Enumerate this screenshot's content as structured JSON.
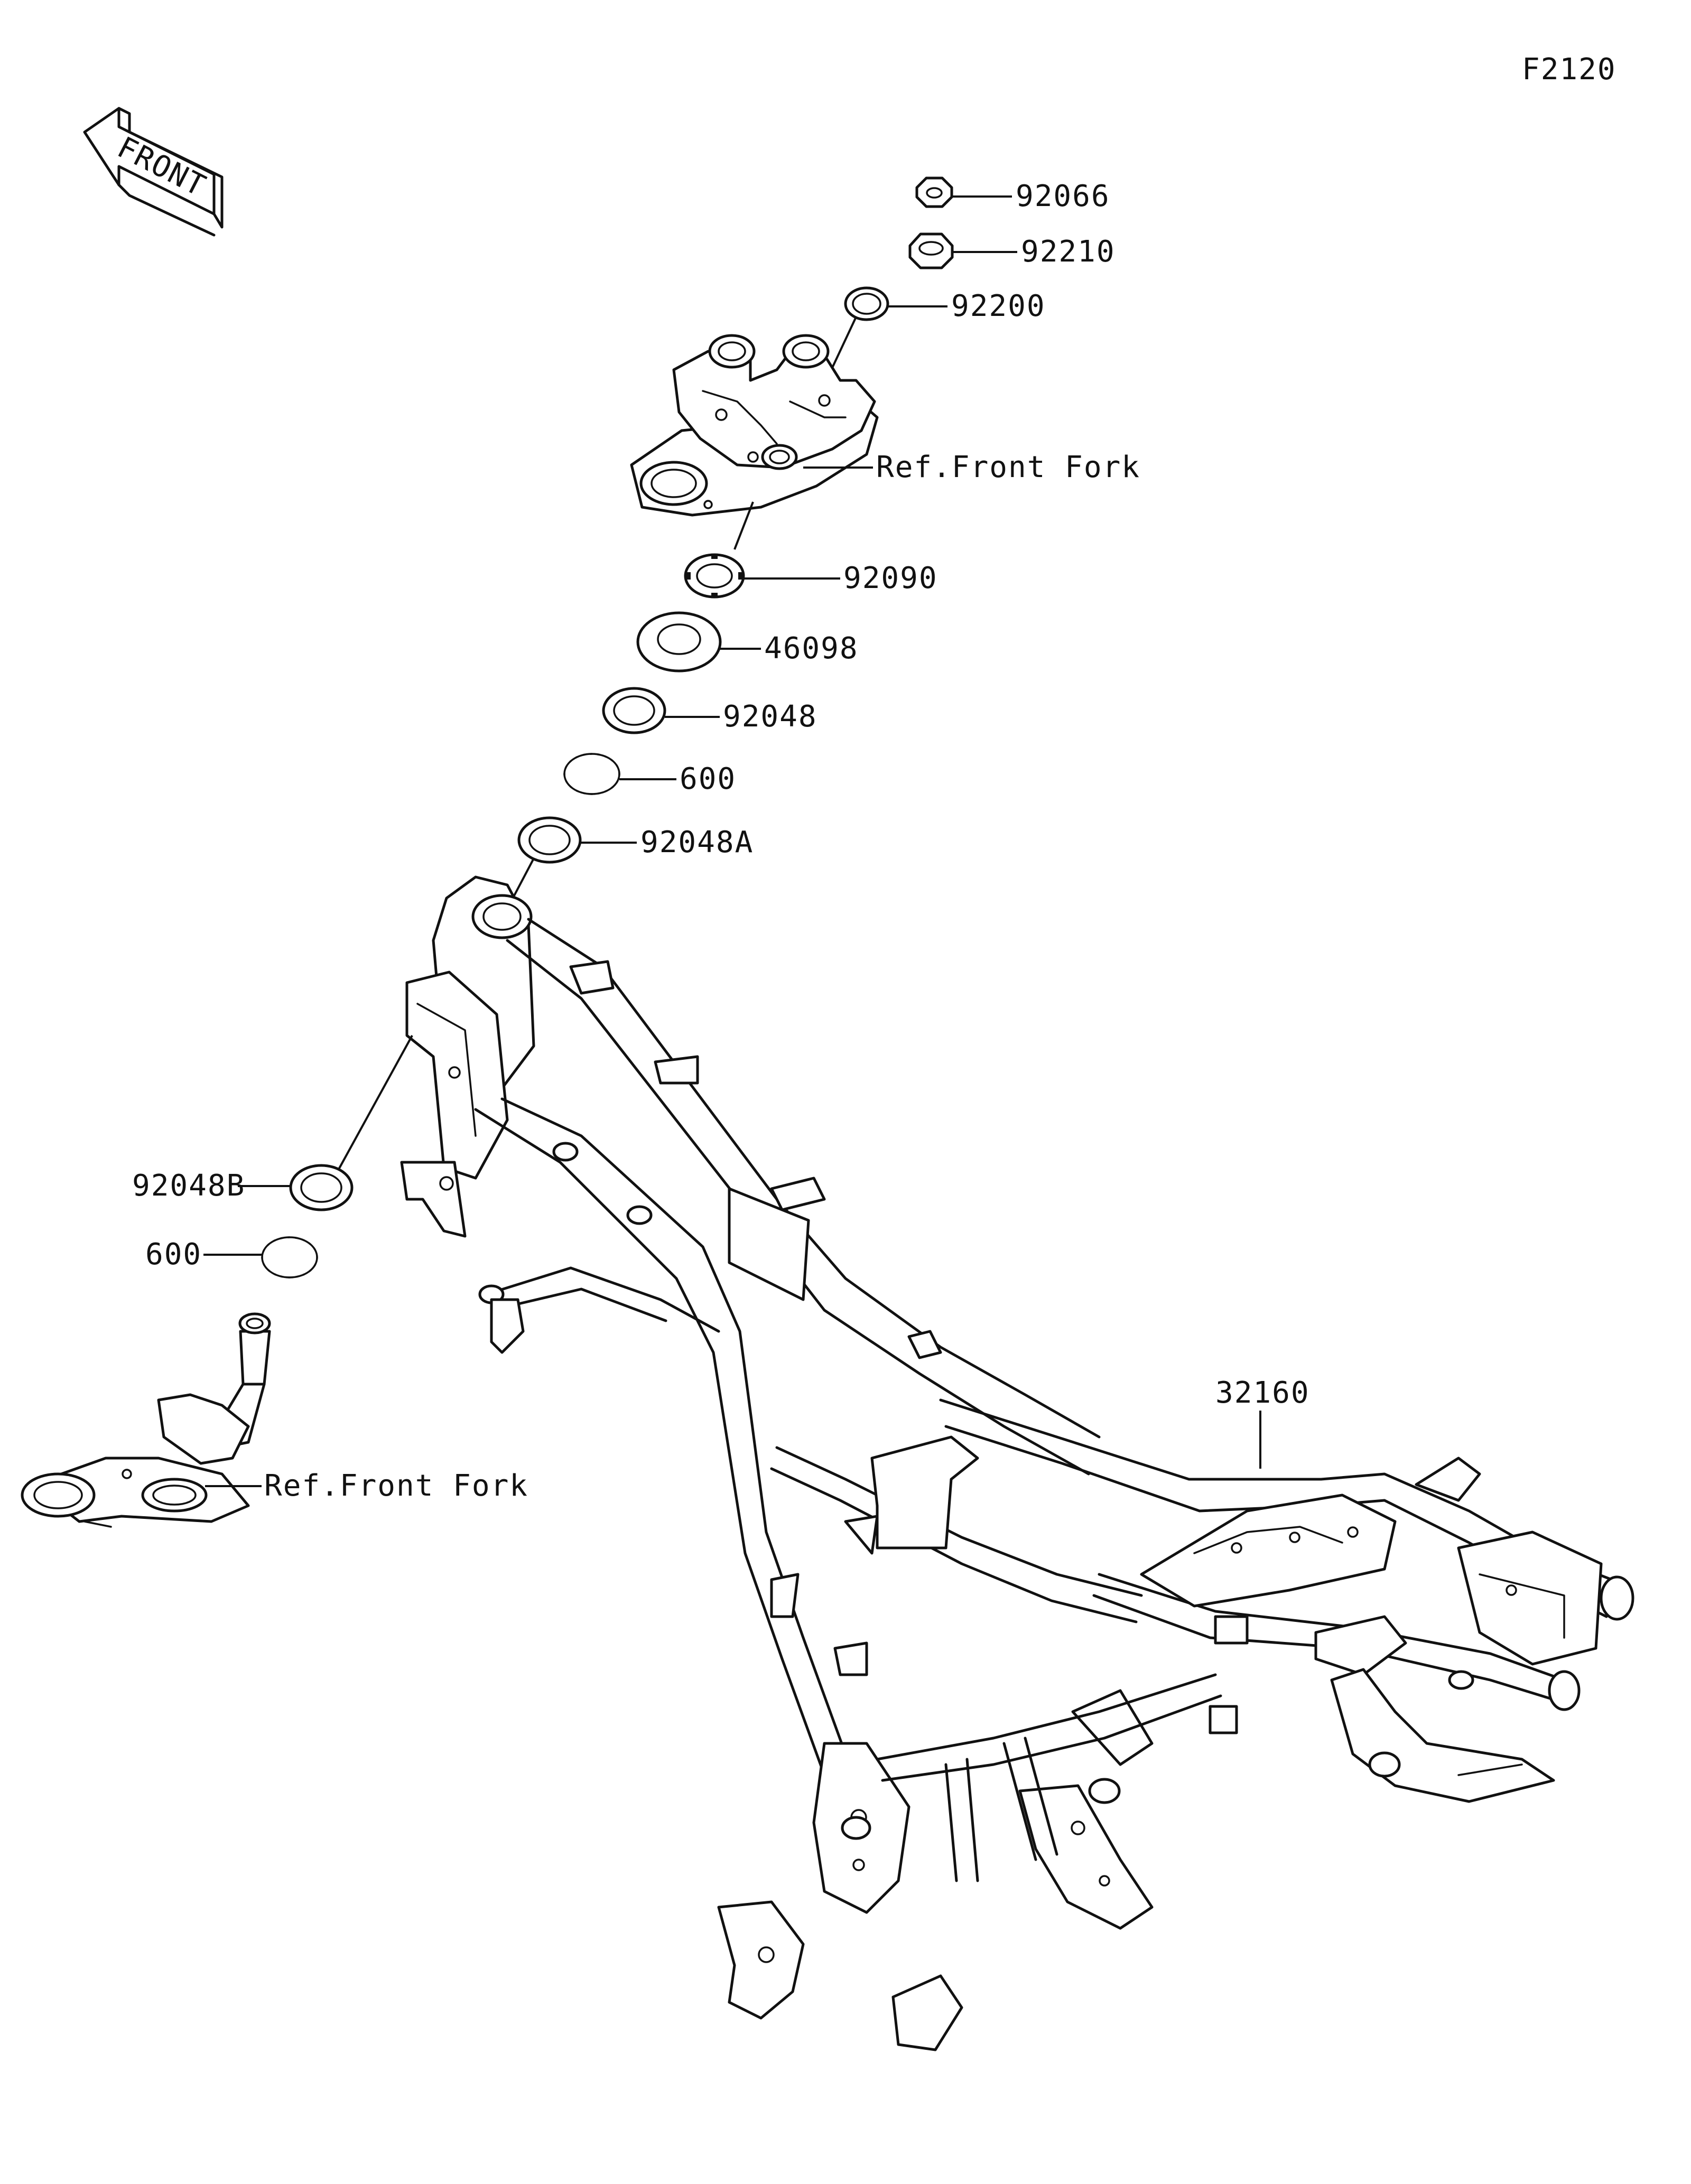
{
  "figure_code": "F2120",
  "front_arrow": {
    "text": "FRONT",
    "icon": "front-direction-arrow-icon"
  },
  "callouts": [
    {
      "id": "c-92066",
      "label": "92066"
    },
    {
      "id": "c-92210",
      "label": "92210"
    },
    {
      "id": "c-92200",
      "label": "92200"
    },
    {
      "id": "c-ref-upper",
      "label": "Ref.Front Fork"
    },
    {
      "id": "c-92090",
      "label": "92090"
    },
    {
      "id": "c-46098",
      "label": "46098"
    },
    {
      "id": "c-92048",
      "label": "92048"
    },
    {
      "id": "c-600-upper",
      "label": "600"
    },
    {
      "id": "c-92048A",
      "label": "92048A"
    },
    {
      "id": "c-92048B",
      "label": "92048B"
    },
    {
      "id": "c-600-lower",
      "label": "600"
    },
    {
      "id": "c-ref-lower",
      "label": "Ref.Front Fork"
    },
    {
      "id": "c-32160",
      "label": "32160"
    }
  ]
}
